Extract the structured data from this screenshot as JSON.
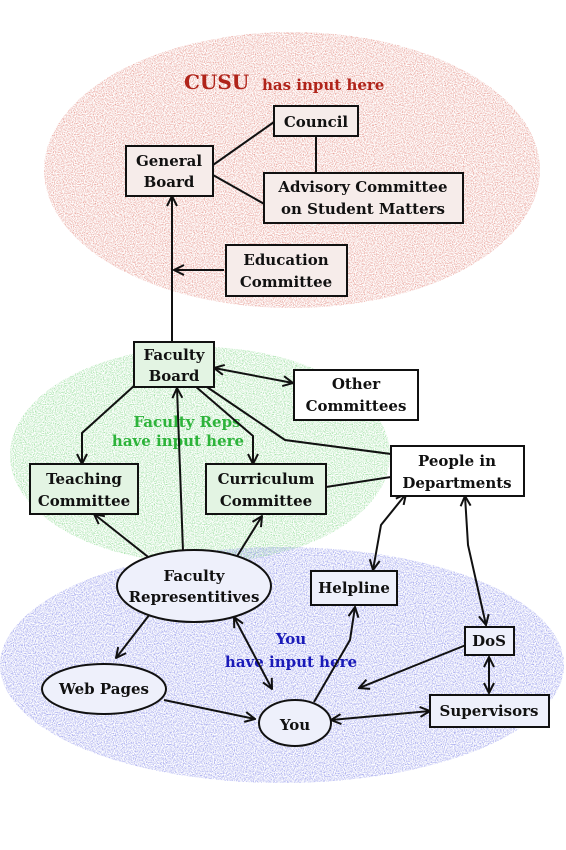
{
  "regions": {
    "cusu": {
      "title": "CUSU",
      "subtitle": "has input here",
      "color": "#c0392b"
    },
    "faculty_reps": {
      "line1": "Faculty Reps",
      "line2": "have input here",
      "color": "#2db33a"
    },
    "you": {
      "line1": "You",
      "line2": "have input here",
      "color": "#1a1ab8"
    }
  },
  "nodes": {
    "council": [
      "Council"
    ],
    "general_board": [
      "General",
      "Board"
    ],
    "advisory_committee": [
      "Advisory Committee",
      "on Student Matters"
    ],
    "education_committee": [
      "Education",
      "Committee"
    ],
    "faculty_board": [
      "Faculty",
      "Board"
    ],
    "other_committees": [
      "Other",
      "Committees"
    ],
    "teaching_committee": [
      "Teaching",
      "Committee"
    ],
    "curriculum_committee": [
      "Curriculum",
      "Committee"
    ],
    "people_in_departments": [
      "People in",
      "Departments"
    ],
    "faculty_representitives": [
      "Faculty",
      "Representitives"
    ],
    "helpline": [
      "Helpline"
    ],
    "dos": [
      "DoS"
    ],
    "web_pages": [
      "Web Pages"
    ],
    "you": [
      "You"
    ],
    "supervisors": [
      "Supervisors"
    ]
  },
  "colors": {
    "cusu_cloud": "#d9a49c",
    "faculty_cloud": "#9fd8a0",
    "you_cloud": "#9ea6e6"
  }
}
